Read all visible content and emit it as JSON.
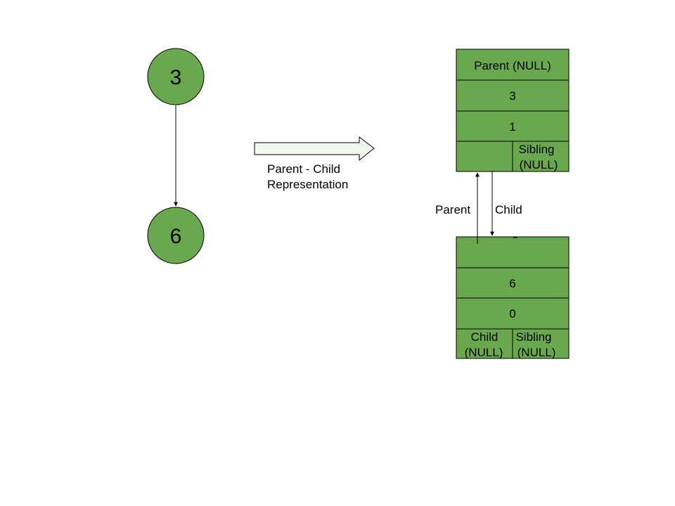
{
  "colors": {
    "node_fill": "#6aa84f",
    "stroke": "#000000",
    "arrow_fill": "#f3f8ef",
    "background": "#ffffff"
  },
  "tree": {
    "root_value": "3",
    "child_value": "6"
  },
  "transform": {
    "caption_line1": "Parent - Child",
    "caption_line2": "Representation"
  },
  "top_node": {
    "parent_cell": "Parent (NULL)",
    "data_cell": "3",
    "count_cell": "1",
    "child_cell": "",
    "sibling_line1": "Sibling",
    "sibling_line2": "(NULL)"
  },
  "bottom_node": {
    "parent_cell": "",
    "data_cell": "6",
    "count_cell": "0",
    "child_line1": "Child",
    "child_line2": "(NULL)",
    "sibling_line1": "Sibling",
    "sibling_line2": "(NULL)"
  },
  "links": {
    "parent_label": "Parent",
    "child_label": "Child"
  }
}
